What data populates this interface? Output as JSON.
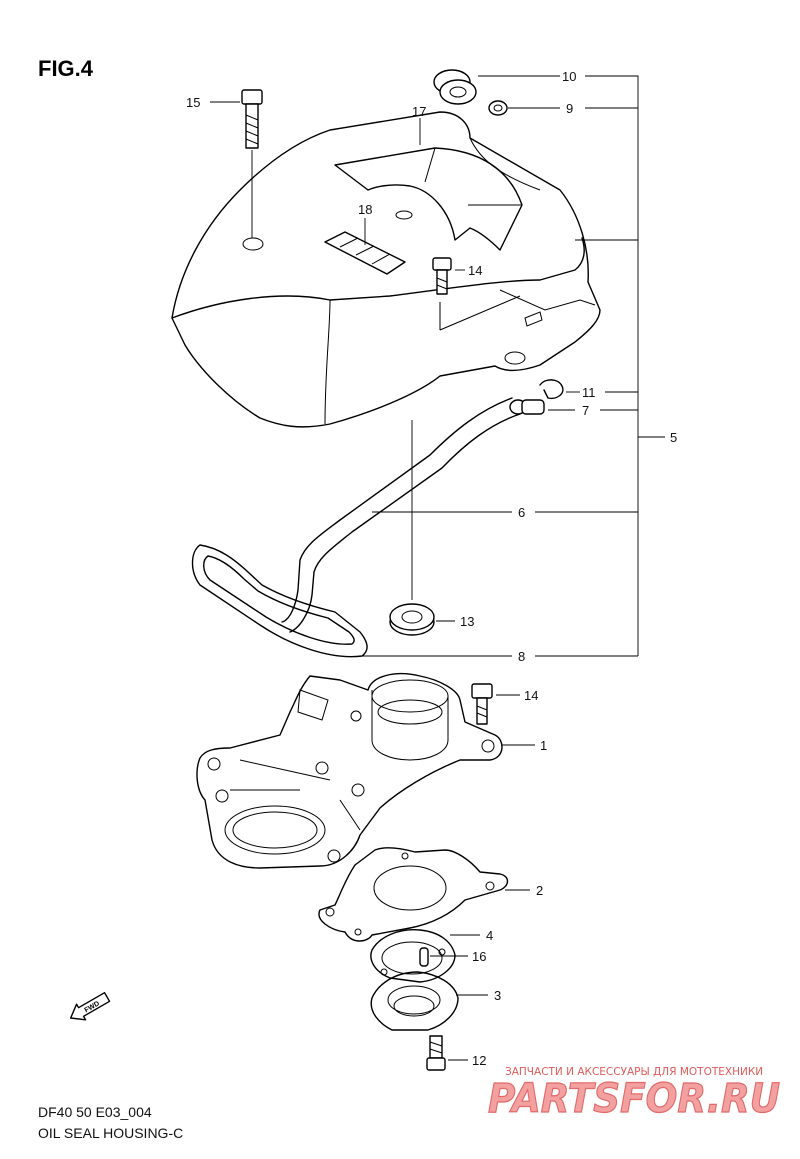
{
  "figure": {
    "title": "FIG.4",
    "code": "DF40 50 E03_004",
    "caption": "OIL SEAL HOUSING-C",
    "direction_label": "FWD"
  },
  "callouts": [
    {
      "id": "c10",
      "label": "10"
    },
    {
      "id": "c9",
      "label": "9"
    },
    {
      "id": "c15",
      "label": "15"
    },
    {
      "id": "c17",
      "label": "17"
    },
    {
      "id": "c18",
      "label": "18"
    },
    {
      "id": "c14a",
      "label": "14"
    },
    {
      "id": "c11",
      "label": "11"
    },
    {
      "id": "c7",
      "label": "7"
    },
    {
      "id": "c5",
      "label": "5"
    },
    {
      "id": "c6",
      "label": "6"
    },
    {
      "id": "c13",
      "label": "13"
    },
    {
      "id": "c8",
      "label": "8"
    },
    {
      "id": "c14b",
      "label": "14"
    },
    {
      "id": "c1",
      "label": "1"
    },
    {
      "id": "c2",
      "label": "2"
    },
    {
      "id": "c4",
      "label": "4"
    },
    {
      "id": "c16",
      "label": "16"
    },
    {
      "id": "c3",
      "label": "3"
    },
    {
      "id": "c12",
      "label": "12"
    }
  ],
  "watermark": {
    "line1": "ЗАПЧАСТИ И АКСЕССУАРЫ ДЛЯ МОТОТЕХНИКИ",
    "line2": "PARTSFOR.RU"
  },
  "icons": {
    "direction": "fwd-arrow-icon"
  }
}
